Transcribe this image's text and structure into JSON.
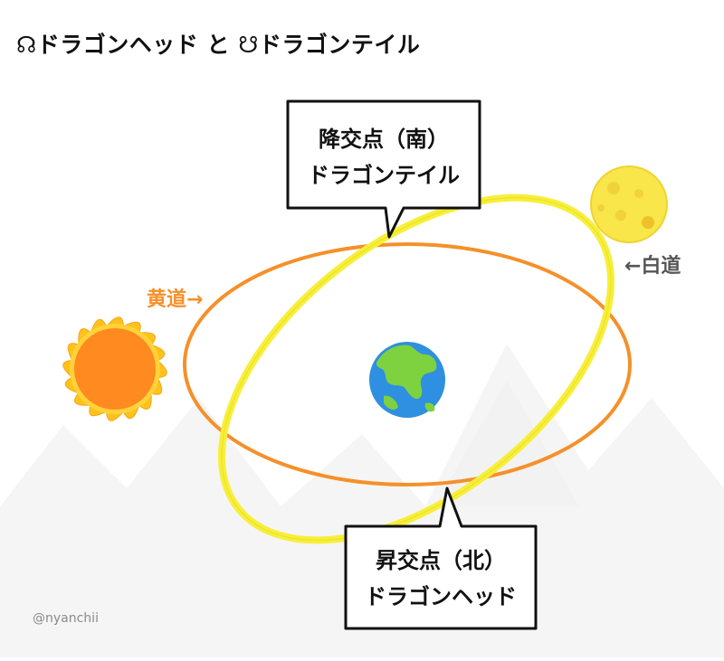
{
  "title": {
    "dragon_head_symbol": "☊",
    "dragon_head": "ドラゴンヘッド",
    "conjunction": "と",
    "dragon_tail_symbol": "☋",
    "dragon_tail": "ドラゴンテイル"
  },
  "descending_node": {
    "line1": "降交点（南）",
    "line2": "ドラゴンテイル"
  },
  "ascending_node": {
    "line1": "昇交点（北）",
    "line2": "ドラゴンヘッド"
  },
  "labels": {
    "ecliptic": "黄道→",
    "moon_path": "←白道"
  },
  "credit": "@nyanchii",
  "colors": {
    "ecliptic": "#f5902a",
    "moon_path": "#f7ef3a",
    "sun_core": "#ff8a1f",
    "sun_flames": "#ffc21a",
    "moon": "#f8e64a",
    "earth_ocean": "#2f8fe0",
    "earth_land": "#7ed13f",
    "mountains": "#f4f4f4"
  },
  "icons": [
    "sun-icon",
    "moon-icon",
    "earth-icon"
  ]
}
